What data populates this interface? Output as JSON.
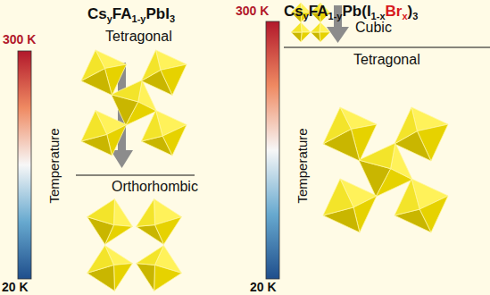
{
  "diagram": {
    "labels": [
      "Cs",
      "y",
      "FA",
      "1-y",
      "PbI",
      "3",
      "Cs",
      "y",
      "FA",
      "1-y",
      "Pb(I",
      "1-x",
      "Br",
      "x",
      ")",
      "3",
      "300 K",
      "Temperature",
      "20 K",
      "Tetragonal",
      "Orthorhombic",
      "300 K",
      "Temperature",
      "20 K",
      "Cubic",
      "Tetragonal"
    ]
  }
}
